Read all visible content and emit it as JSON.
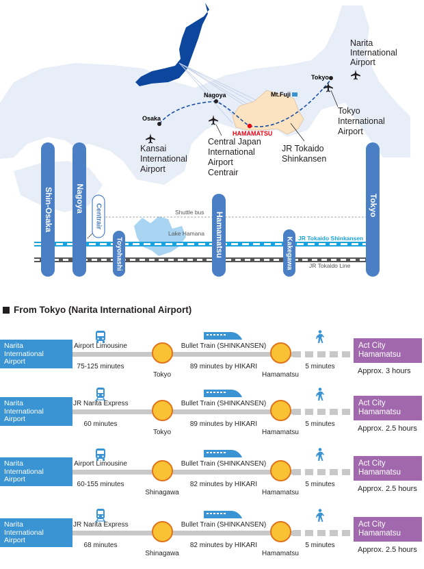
{
  "map": {
    "labels": {
      "narita": [
        "Narita",
        "International",
        "Airport"
      ],
      "tokyo_intl": [
        "Tokyo",
        "International",
        "Airport"
      ],
      "kansai": [
        "Kansai",
        "International",
        "Airport"
      ],
      "centrair_intl": [
        "Central Japan",
        "International",
        "Airport",
        "Centrair"
      ],
      "jr_tokaido": [
        "JR Tokaido",
        "Shinkansen"
      ],
      "osaka": "Osaka",
      "nagoya_city": "Nagoya",
      "mtfuji": "Mt.Fuji",
      "tokyo_city": "Tokyo",
      "hamamatsu_city": "HAMAMATSU"
    },
    "stations": {
      "shin_osaka": "Shin-Osaka",
      "nagoya": "Nagoya",
      "centrair": "Centrair",
      "toyohashi": "Toyohashi",
      "hamamatsu": "Hamamatsu",
      "kakegawa": "Kakegawa",
      "tokyo": "Tokyo"
    },
    "lines": {
      "shuttle_bus": "Shuttle bus",
      "lake_hamana": "Lake Hamana",
      "jr_shinkansen": "JR Tokaido Shinkansen",
      "jr_line": "JR Tokaido Line"
    },
    "colors": {
      "pillar": "#4a7fc5",
      "land": "#e8eef8",
      "japan_highlight": "#0c479d",
      "shizuoka": "#fbe3c2",
      "route_dash": "#1a4ea3",
      "shinkansen": "#1aa2dc",
      "hamamatsu_dot": "#e60012"
    }
  },
  "section": {
    "title": "From Tokyo (Narita International Airport)"
  },
  "routes": [
    {
      "origin": [
        "Narita",
        "International",
        "Airport"
      ],
      "mode_icon": "bus-icon",
      "mode": "Airport Limousine",
      "mode_time": "75-125 minutes",
      "transfer": "Tokyo",
      "train": "Bullet Train (SHINKANSEN)",
      "train_time": "89 minutes by HIKARI",
      "arrival": "Hamamatsu",
      "walk_time": "5 minutes",
      "destination": [
        "Act City",
        "Hamamatsu"
      ],
      "total": "Approx. 3 hours"
    },
    {
      "origin": [
        "Narita",
        "International",
        "Airport"
      ],
      "mode_icon": "train-icon",
      "mode": "JR Narita Express",
      "mode_time": "60 minutes",
      "transfer": "Tokyo",
      "train": "Bullet Train (SHINKANSEN)",
      "train_time": "89 minutes by HIKARI",
      "arrival": "Hamamatsu",
      "walk_time": "5 minutes",
      "destination": [
        "Act City",
        "Hamamatsu"
      ],
      "total": "Approx. 2.5 hours"
    },
    {
      "origin": [
        "Narita",
        "International",
        "Airport"
      ],
      "mode_icon": "bus-icon",
      "mode": "Airport Limousine",
      "mode_time": "60-155 minutes",
      "transfer": "Shinagawa",
      "train": "Bullet Train (SHINKANSEN)",
      "train_time": "82 minutes by HIKARI",
      "arrival": "Hamamatsu",
      "walk_time": "5 minutes",
      "destination": [
        "Act City",
        "Hamamatsu"
      ],
      "total": "Approx. 2.5 hours"
    },
    {
      "origin": [
        "Narita",
        "International",
        "Airport"
      ],
      "mode_icon": "train-icon",
      "mode": "JR Narita Express",
      "mode_time": "68 minutes",
      "transfer": "Shinagawa",
      "train": "Bullet Train (SHINKANSEN)",
      "train_time": "82 minutes by HIKARI",
      "arrival": "Hamamatsu",
      "walk_time": "5 minutes",
      "destination": [
        "Act City",
        "Hamamatsu"
      ],
      "total": "Approx. 2.5 hours"
    }
  ]
}
